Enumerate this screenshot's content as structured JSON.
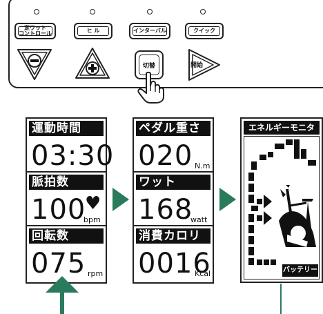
{
  "console": {
    "buttons": {
      "constant_watt": "定ワット\nコントロール",
      "hill": "ヒ ル",
      "interval": "インターバル",
      "quick": "クイック",
      "switch": "切替",
      "start": "開始"
    }
  },
  "displays": {
    "time": {
      "label": "運動時間",
      "value": "03:30"
    },
    "pedal": {
      "label": "ペダル重さ",
      "value": "020",
      "unit": "N.m"
    },
    "pulse": {
      "label": "脈拍数",
      "value": "100",
      "unit": "bpm"
    },
    "watt": {
      "label": "ワット",
      "value": "168",
      "unit": "watt"
    },
    "rpm": {
      "label": "回転数",
      "value": "075",
      "unit": "rpm"
    },
    "calorie": {
      "label": "消費カロリー",
      "value": "0016",
      "unit": "Kcal"
    }
  },
  "monitor": {
    "title": "エネルギーモニタ",
    "battery": "バッテリー"
  },
  "colors": {
    "arrow": "#2a7a5c",
    "ink": "#111111"
  },
  "icons": [
    "minus-icon",
    "plus-icon",
    "play-icon",
    "hand-pointer-icon",
    "heart-icon",
    "bike-icon"
  ]
}
